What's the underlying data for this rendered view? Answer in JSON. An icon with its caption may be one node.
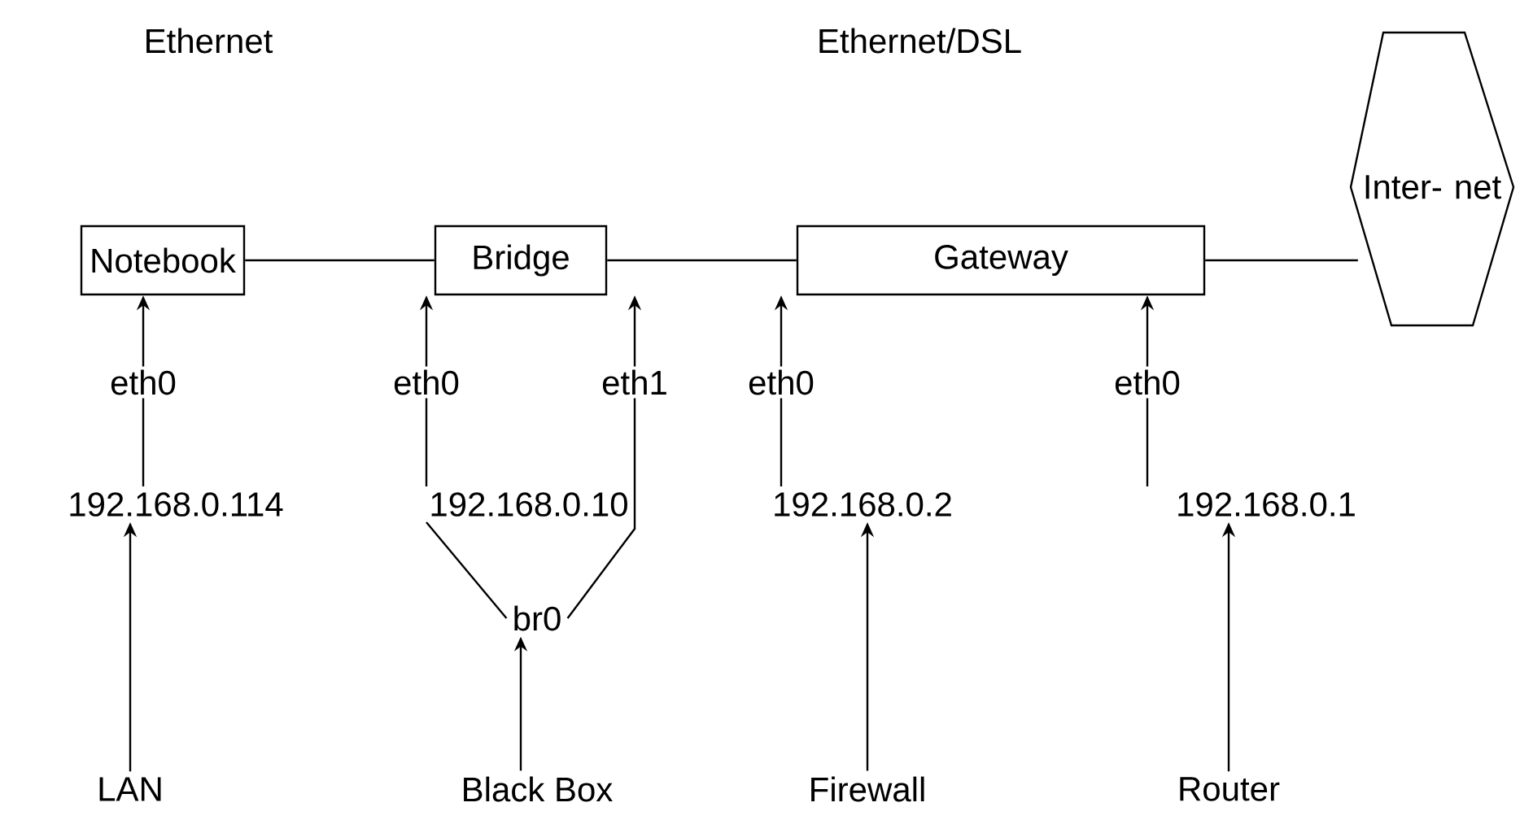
{
  "diagram": {
    "nodes": [
      {
        "text": [
          "Notebook"
        ]
      },
      {
        "text": [
          "Bridge"
        ]
      },
      {
        "text": [
          "Gateway"
        ]
      },
      {
        "text": [
          "Inter- net"
        ]
      },
      {
        "text": [
          "192.168.0.114"
        ]
      },
      {
        "text": [
          "192.168.0.10"
        ]
      },
      {
        "text": [
          "192.168.0.2"
        ]
      },
      {
        "text": [
          "192.168.0.1"
        ]
      },
      {
        "text": [
          "br0"
        ]
      },
      {
        "text": [
          "LAN"
        ]
      },
      {
        "text": [
          "Black Box"
        ]
      },
      {
        "text": [
          "Firewall"
        ]
      },
      {
        "text": [
          "Router"
        ]
      }
    ],
    "edges": [
      {
        "from": 0,
        "to": 1,
        "arrow": "none"
      },
      {
        "from": 1,
        "to": 2,
        "arrow": "none"
      },
      {
        "from": 2,
        "to": 3,
        "arrow": "none"
      },
      {
        "from": 4,
        "to": 0,
        "arrow": "to",
        "label": "eth0"
      },
      {
        "from": 5,
        "to": 1,
        "arrow": "to",
        "label": "eth0"
      },
      {
        "from": 8,
        "to": 1,
        "arrow": "to",
        "label": "eth1"
      },
      {
        "from": 6,
        "to": 2,
        "arrow": "to",
        "label": "eth0"
      },
      {
        "from": 7,
        "to": 2,
        "arrow": "to",
        "label": "eth0"
      },
      {
        "from": 5,
        "to": 8,
        "arrow": "none"
      },
      {
        "from": 9,
        "to": 4,
        "arrow": "to"
      },
      {
        "from": 10,
        "to": 8,
        "arrow": "to"
      },
      {
        "from": 11,
        "to": 6,
        "arrow": "to"
      },
      {
        "from": 12,
        "to": 7,
        "arrow": "to"
      }
    ],
    "labels": [
      "Ethernet",
      "Ethernet/DSL"
    ]
  }
}
